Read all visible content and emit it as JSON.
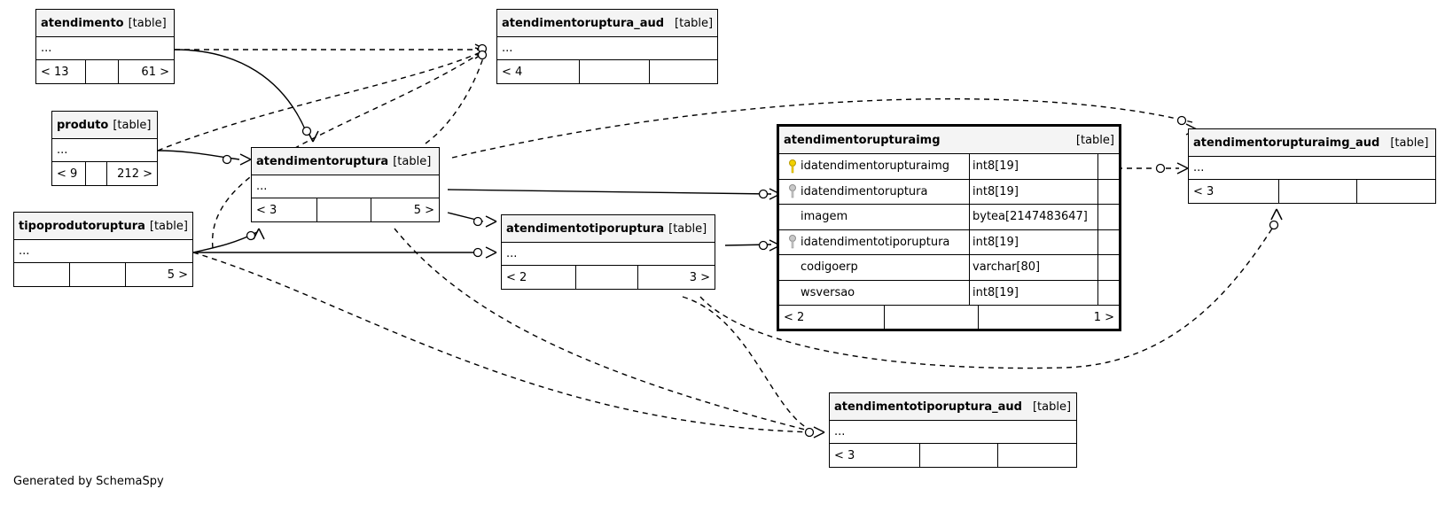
{
  "tables": {
    "atendimento": {
      "name": "atendimento",
      "tag": "[table]",
      "body": "...",
      "foot": [
        "< 13",
        "",
        "61 >"
      ]
    },
    "atendimentoruptura_aud": {
      "name": "atendimentoruptura_aud",
      "tag": "[table]",
      "body": "...",
      "foot": [
        "< 4",
        "",
        ""
      ]
    },
    "produto": {
      "name": "produto",
      "tag": "[table]",
      "body": "...",
      "foot": [
        "< 9",
        "",
        "212 >"
      ]
    },
    "atendimentoruptura": {
      "name": "atendimentoruptura",
      "tag": "[table]",
      "body": "...",
      "foot": [
        "< 3",
        "",
        "5 >"
      ]
    },
    "tipoprodutoruptura": {
      "name": "tipoprodutoruptura",
      "tag": "[table]",
      "body": "...",
      "foot": [
        "",
        "",
        "5 >"
      ]
    },
    "atendimentotiporuptura": {
      "name": "atendimentotiporuptura",
      "tag": "[table]",
      "body": "...",
      "foot": [
        "< 2",
        "",
        "3 >"
      ]
    },
    "atendimentorupturaimg": {
      "name": "atendimentorupturaimg",
      "tag": "[table]",
      "columns": [
        {
          "name": "idatendimentorupturaimg",
          "type": "int8[19]",
          "key": "primary"
        },
        {
          "name": "idatendimentoruptura",
          "type": "int8[19]",
          "key": "foreign"
        },
        {
          "name": "imagem",
          "type": "bytea[2147483647]",
          "key": "none"
        },
        {
          "name": "idatendimentotiporuptura",
          "type": "int8[19]",
          "key": "foreign"
        },
        {
          "name": "codigoerp",
          "type": "varchar[80]",
          "key": "none"
        },
        {
          "name": "wsversao",
          "type": "int8[19]",
          "key": "none"
        }
      ],
      "foot": [
        "< 2",
        "",
        "1 >"
      ]
    },
    "atendimentorupturaimg_aud": {
      "name": "atendimentorupturaimg_aud",
      "tag": "[table]",
      "body": "...",
      "foot": [
        "< 3",
        "",
        ""
      ]
    },
    "atendimentotiporuptura_aud": {
      "name": "atendimentotiporuptura_aud",
      "tag": "[table]",
      "body": "...",
      "foot": [
        "< 3",
        "",
        ""
      ]
    }
  },
  "colors": {
    "primary_key": "#f2d100",
    "foreign_key": "#b0b0b0",
    "line": "#000000"
  },
  "credit": "Generated by SchemaSpy"
}
